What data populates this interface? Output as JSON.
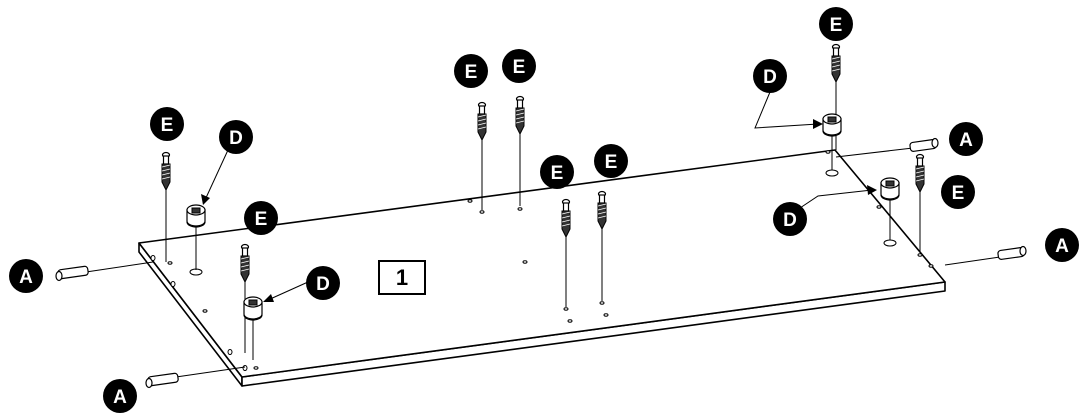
{
  "step_number": "1",
  "labels": {
    "dowel": "A",
    "cam_lock": "D",
    "cam_bolt": "E"
  }
}
